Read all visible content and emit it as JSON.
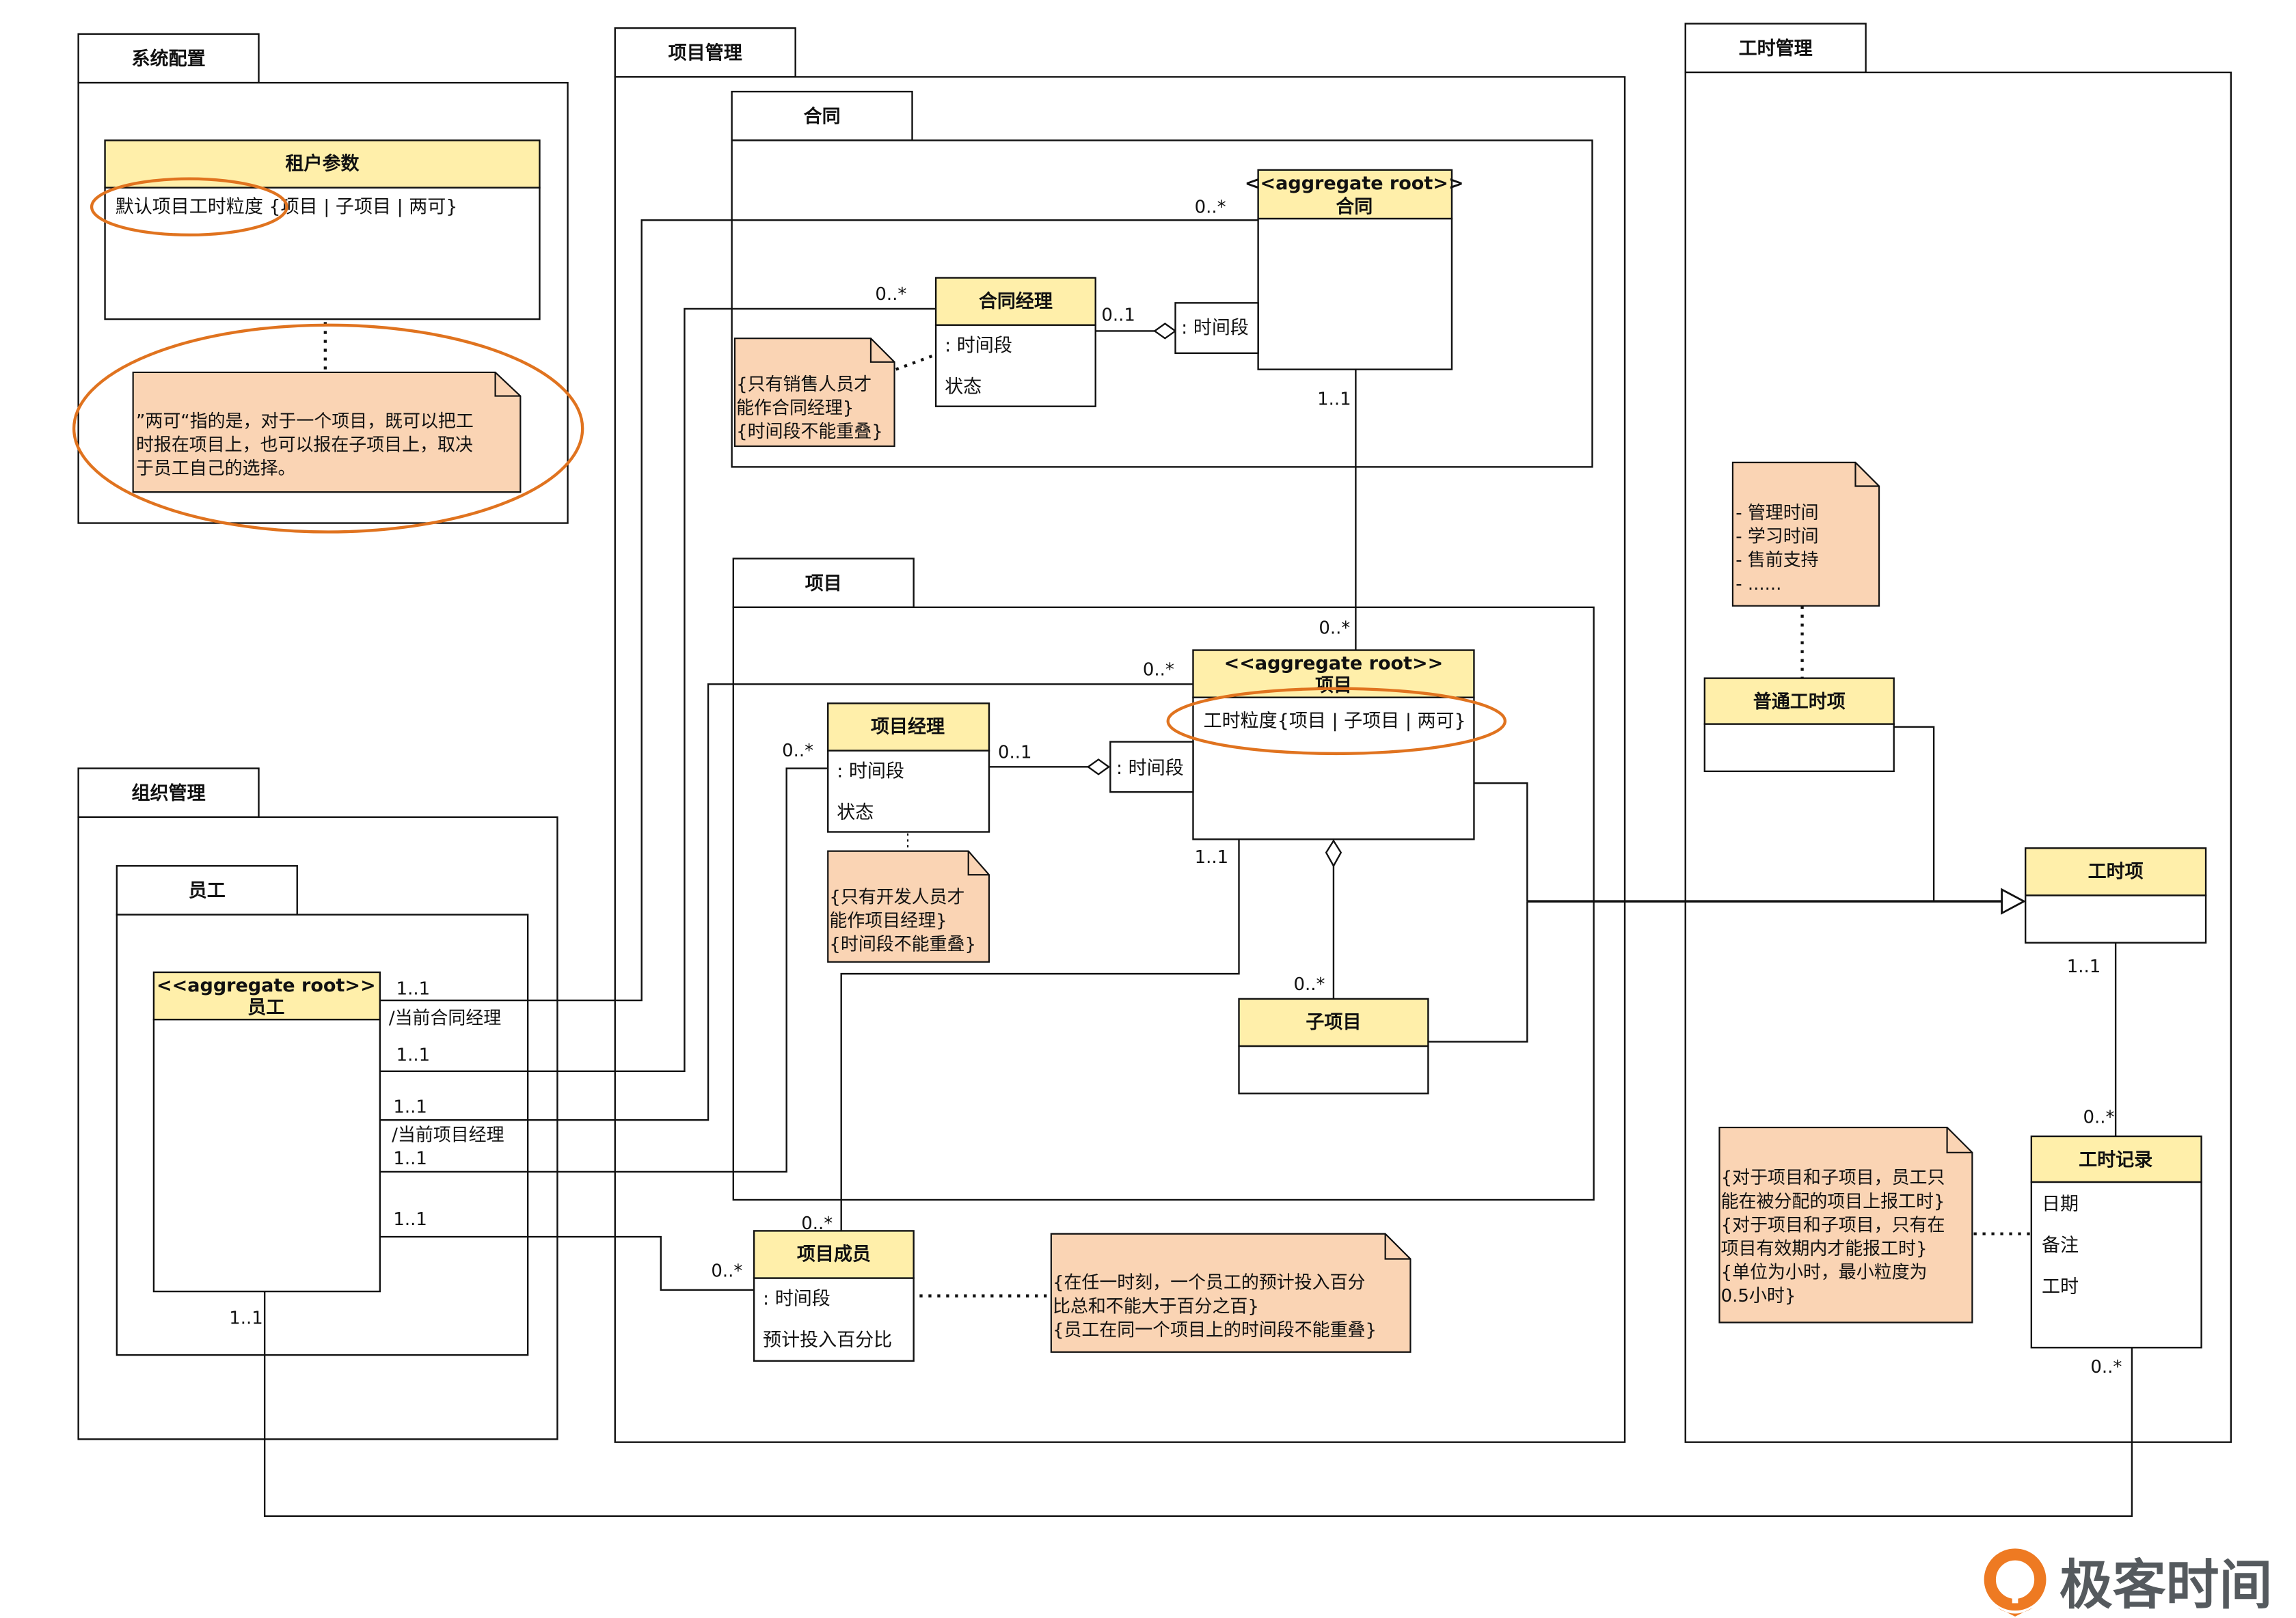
{
  "colors": {
    "class_header": "#FFEFAA",
    "note_fill": "#FAD4B4",
    "highlight_ellipse": "#E0731F",
    "logo_orange": "#EE7A22",
    "logo_text": "#555A5E"
  },
  "packages": {
    "system_config": {
      "title": "系统配置"
    },
    "org_mgmt": {
      "title": "组织管理"
    },
    "employee": {
      "title": "员工"
    },
    "project_mgmt": {
      "title": "项目管理"
    },
    "contract": {
      "title": "合同"
    },
    "project": {
      "title": "项目"
    },
    "timesheet_mgmt": {
      "title": "工时管理"
    }
  },
  "classes": {
    "tenant_params": {
      "title": "租户参数",
      "attributes": [
        "默认项目工时粒度 {项目 | 子项目 | 两可}"
      ]
    },
    "employee": {
      "stereotype": "<<aggregate root>>",
      "title": "员工",
      "attributes": []
    },
    "contract": {
      "stereotype": "<<aggregate root>>",
      "title": "合同",
      "attributes": []
    },
    "contract_manager": {
      "title": "合同经理",
      "attributes": [
        ": 时间段",
        "状态"
      ]
    },
    "contract_period": {
      "title": ": 时间段"
    },
    "project": {
      "stereotype": "<<aggregate root>>",
      "title": "项目",
      "attributes": [
        "工时粒度{项目 | 子项目 | 两可}"
      ]
    },
    "project_manager": {
      "title": "项目经理",
      "attributes": [
        ": 时间段",
        "状态"
      ]
    },
    "project_period": {
      "title": ": 时间段"
    },
    "sub_project": {
      "title": "子项目",
      "attributes": []
    },
    "project_member": {
      "title": "项目成员",
      "attributes": [
        ": 时间段",
        "预计投入百分比"
      ]
    },
    "normal_time_item": {
      "title": "普通工时项",
      "attributes": []
    },
    "time_item": {
      "title": "工时项",
      "attributes": []
    },
    "time_record": {
      "title": "工时记录",
      "attributes": [
        "日期",
        "备注",
        "工时"
      ]
    }
  },
  "notes": {
    "both_allowed": [
      "”两可“指的是，对于一个项目，既可以把工",
      "时报在项目上，也可以报在子项目上，取决",
      "于员工自己的选择。"
    ],
    "contract_manager_rule": [
      "{只有销售人员才",
      "能作合同经理}",
      "{时间段不能重叠}"
    ],
    "project_manager_rule": [
      "{只有开发人员才",
      "能作项目经理}",
      "{时间段不能重叠}"
    ],
    "member_rule": [
      "{在任一时刻，一个员工的预计投入百分",
      "比总和不能大于百分之百}",
      "{员工在同一个项目上的时间段不能重叠}"
    ],
    "normal_items": [
      "- 管理时间",
      "- 学习时间",
      "- 售前支持",
      "- ......"
    ],
    "time_record_rule": [
      "{对于项目和子项目，员工只",
      "能在被分配的项目上报工时}",
      "{对于项目和子项目，只有在",
      "项目有效期内才能报工时}",
      "{单位为小时，最小粒度为",
      "0.5小时}"
    ]
  },
  "multiplicities": {
    "emp_contract_emp": "1..1",
    "emp_contract_far": "0..*",
    "emp_cm_emp": "1..1",
    "emp_cm_far": "0..*",
    "cm_period": "0..1",
    "contract_project_top": "1..1",
    "contract_project_bottom": "0..*",
    "emp_project_emp": "1..1",
    "emp_project_far": "0..*",
    "emp_pm_emp": "1..1",
    "emp_pm_far": "0..*",
    "pm_period": "0..1",
    "project_member_project": "1..1",
    "project_member_member": "0..*",
    "sub_project": "0..*",
    "emp_member_emp": "1..1",
    "emp_member_far": "0..*",
    "emp_record_emp": "1..1",
    "item_record_item": "1..1",
    "item_record_record": "0..*",
    "record_bottom": "0..*"
  },
  "roles": {
    "current_contract_manager": "/当前合同经理",
    "current_project_manager": "/当前项目经理"
  },
  "logo": {
    "text": "极客时间"
  }
}
